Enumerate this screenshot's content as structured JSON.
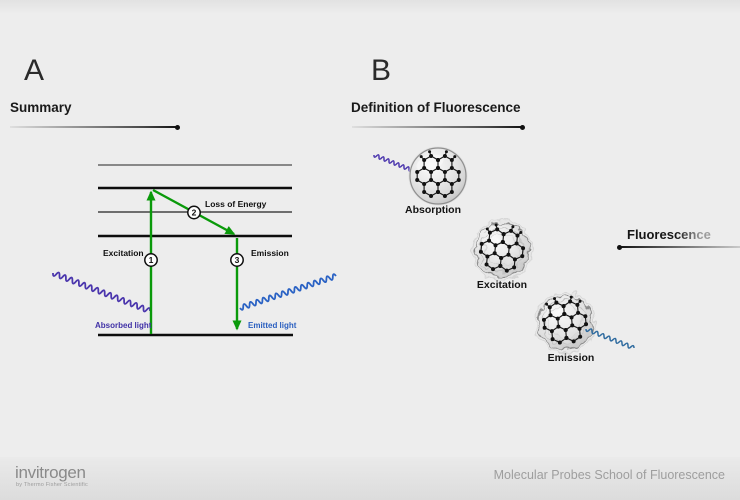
{
  "panel_a": {
    "section_label": "A",
    "heading": "Summary",
    "diagram": {
      "labels": {
        "excitation": "Excitation",
        "emission": "Emission",
        "loss_of_energy": "Loss of Energy",
        "absorbed_light": "Absorbed light",
        "emitted_light": "Emitted light"
      },
      "steps": [
        "1",
        "2",
        "3"
      ]
    }
  },
  "panel_b": {
    "section_label": "B",
    "heading": "Definition of Fluorescence",
    "fluorescence_heading": "Fluorescence",
    "molecules": [
      {
        "label": "Absorption"
      },
      {
        "label": "Excitation"
      },
      {
        "label": "Emission"
      }
    ]
  },
  "footer": {
    "brand": "invitrogen",
    "brand_sub": "by Thermo Fisher Scientific",
    "course_title": "Molecular Probes School of Fluorescence"
  },
  "colors": {
    "accent_green": "#0a9a0a",
    "wave_purple": "#4b36ad",
    "wave_blue": "#2a62c4",
    "emission_wave_blue": "#2f6b9f",
    "label_purple": "#3f30a6",
    "label_blue": "#2a5fc0",
    "heading_text": "#1a1a1a",
    "brand_gray": "#8a8a8a",
    "footer_text_gray": "#9e9e9e"
  }
}
